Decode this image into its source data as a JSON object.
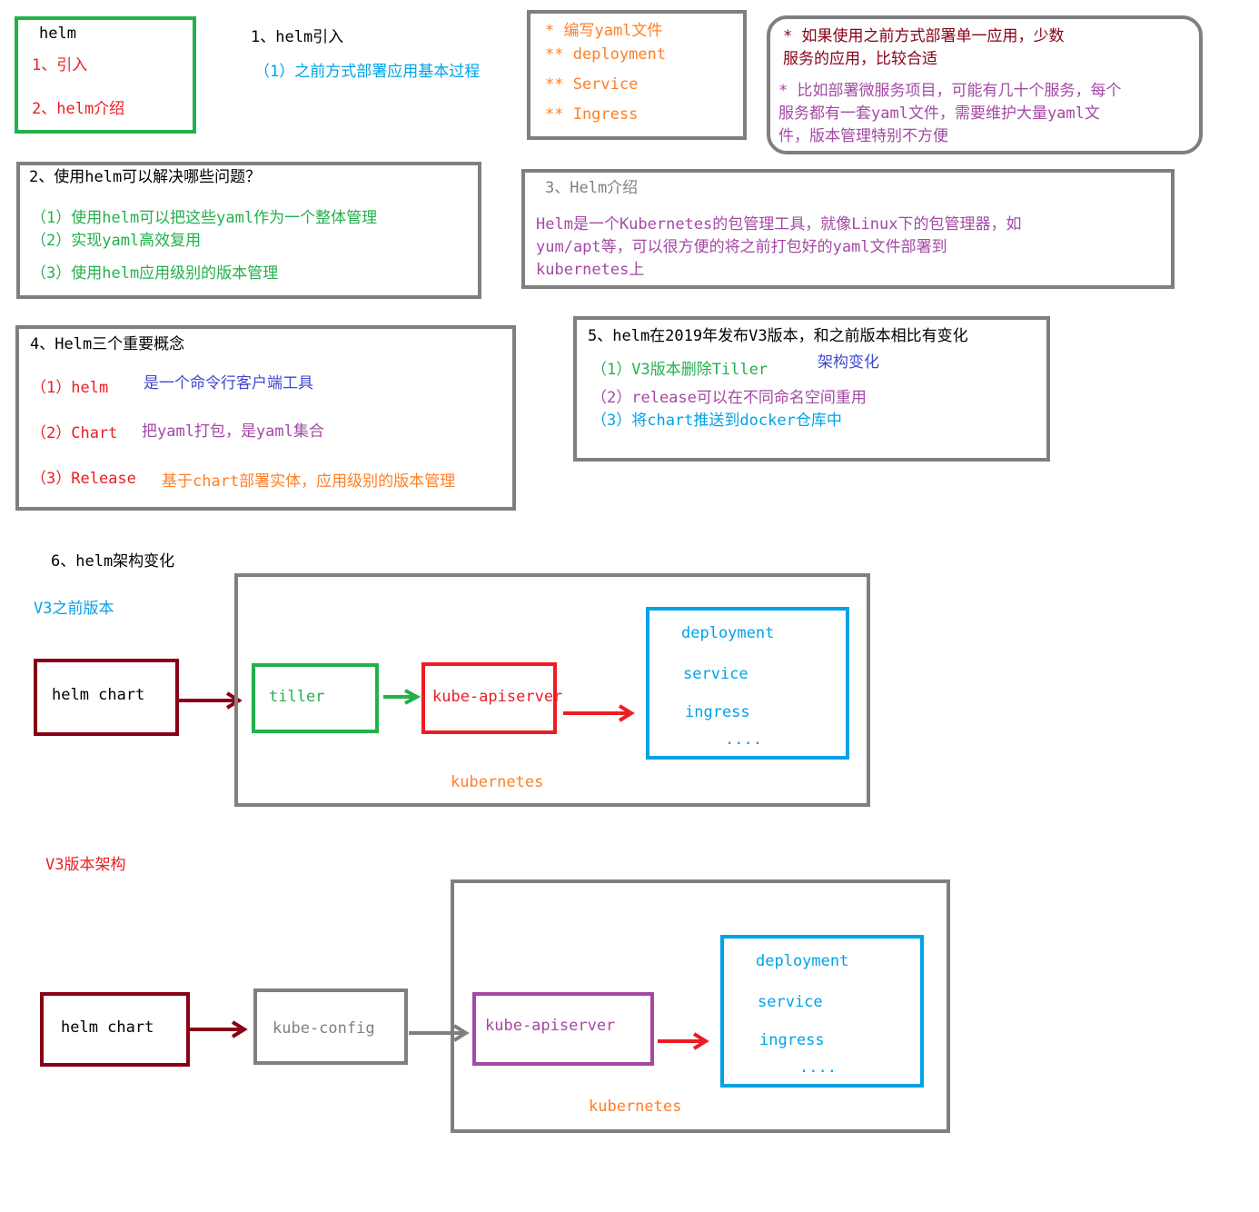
{
  "colors": {
    "green": "#22b14c",
    "gray": "#7f7f7f",
    "red": "#ed1c24",
    "blue": "#00a2e8",
    "orange": "#ff7f27",
    "purple": "#a349a4",
    "navy": "#3f48cc",
    "maroon": "#880015"
  },
  "outline": {
    "title": "helm",
    "item1": "1、引入",
    "item2": "2、helm介绍"
  },
  "intro": {
    "heading": "1、helm引入",
    "sub": "（1）之前方式部署应用基本过程"
  },
  "yaml_steps": {
    "line1": "* 编写yaml文件",
    "line2": "** deployment",
    "line3": "** Service",
    "line4": "** Ingress"
  },
  "note": {
    "line1": "* 如果使用之前方式部署单一应用，少数",
    "line2": "服务的应用，比较合适",
    "line3": "* 比如部署微服务项目，可能有几十个服务，每个",
    "line4": "服务都有一套yaml文件，需要维护大量yaml文",
    "line5": "件，版本管理特别不方便"
  },
  "problems": {
    "heading": "2、使用helm可以解决哪些问题？",
    "item1": "（1）使用helm可以把这些yaml作为一个整体管理",
    "item2": "（2）实现yaml高效复用",
    "item3": "（3）使用helm应用级别的版本管理"
  },
  "helm_intro": {
    "heading": "3、Helm介绍",
    "line1": "Helm是一个Kubernetes的包管理工具，就像Linux下的包管理器，如",
    "line2": "yum/apt等，可以很方便的将之前打包好的yaml文件部署到",
    "line3": "kubernetes上"
  },
  "concepts": {
    "heading": "4、Helm三个重要概念",
    "c1_term": "（1）helm",
    "c1_desc": "是一个命令行客户端工具",
    "c2_term": "（2）Chart",
    "c2_desc": "把yaml打包，是yaml集合",
    "c3_term": "（3）Release",
    "c3_desc": "基于chart部署实体，应用级别的版本管理"
  },
  "v3": {
    "heading": "5、helm在2019年发布V3版本，和之前版本相比有变化",
    "item1": "（1）V3版本删除Tiller",
    "side": "架构变化",
    "item2": "（2）release可以在不同命名空间重用",
    "item3": "（3）将chart推送到docker仓库中"
  },
  "arch": {
    "heading": "6、helm架构变化",
    "before_label": "V3之前版本",
    "v3_label": "V3版本架构",
    "helm_chart": "helm chart",
    "tiller": "tiller",
    "kube_config": "kube-config",
    "apiserver": "kube-apiserver",
    "kubernetes": "kubernetes",
    "resources": [
      "deployment",
      "service",
      "ingress",
      "...."
    ]
  }
}
